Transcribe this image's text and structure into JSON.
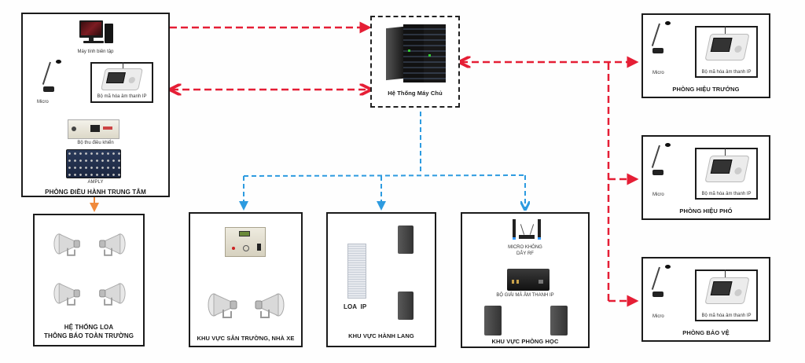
{
  "colors": {
    "red_link": "#e51e35",
    "blue_link": "#2d9be0",
    "orange_link": "#f08a3c",
    "green_link": "#6cc04a",
    "border": "#1b1b1b"
  },
  "server": {
    "label": "Hệ Thống Máy Chủ",
    "icon": "server-rack-icon"
  },
  "control_room": {
    "title": "PHÒNG ĐIỀU HÀNH TRUNG TÂM",
    "computer_label": "Máy tính biên tập",
    "micro_label": "Micro",
    "encoder_label": "Bộ mã hóa âm thanh IP",
    "receiver_label": "Bộ thu điều khiển",
    "amply_label": "AMPLY"
  },
  "speaker_system": {
    "title_line1": "HỆ THỐNG LOA",
    "title_line2": "THÔNG BÁO TOÀN TRƯỜNG",
    "horn_count": 4
  },
  "zones": [
    {
      "title": "KHU VỰC SÂN TRƯỜNG, NHÀ XE"
    },
    {
      "title": "KHU VỰC HÀNH LANG",
      "ip_speaker_label": "LOA  IP"
    },
    {
      "title": "KHU VỰC PHÒNG HỌC",
      "wireless_mic_label_line1": "MICRO KHÔNG",
      "wireless_mic_label_line2": "DÂY RF",
      "decoder_label": "BỘ GIẢI MÃ ÂM THANH IP"
    }
  ],
  "offices": [
    {
      "title": "PHÒNG HIỆU TRƯỞNG",
      "micro_label": "Micro",
      "encoder_label": "Bộ mã hóa âm thanh IP"
    },
    {
      "title": "PHÒNG HIỆU PHÓ",
      "micro_label": "Micro",
      "encoder_label": "Bộ mã hóa âm thanh IP"
    },
    {
      "title": "PHÒNG BẢO VỆ",
      "micro_label": "Micro",
      "encoder_label": "Bộ mã hóa âm thanh IP"
    }
  ]
}
